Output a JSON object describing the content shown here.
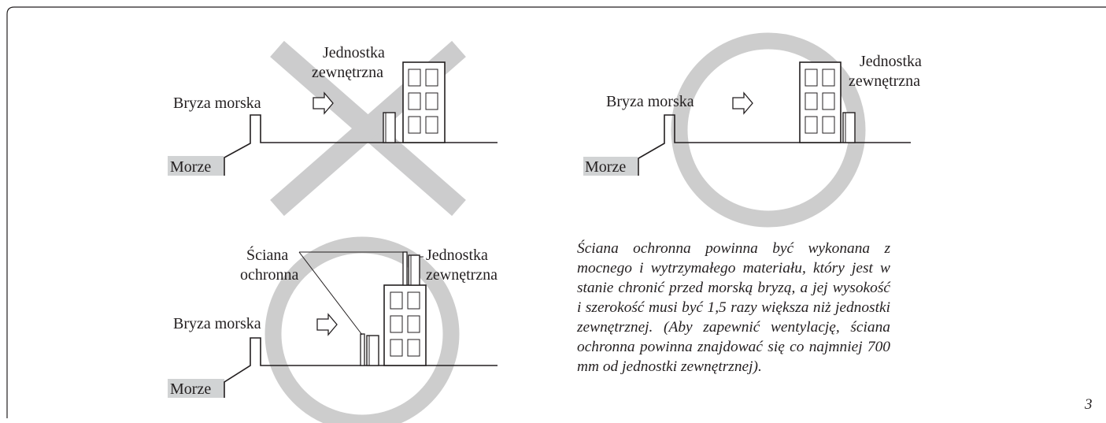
{
  "diagrams": {
    "incorrect": {
      "outdoor_unit_label": [
        "Jednostka",
        "zewnętrzna"
      ],
      "sea_breeze_label": "Bryza morska",
      "sea_label": "Morze",
      "verdict_icon": "x-mark-icon"
    },
    "correct_leeward": {
      "outdoor_unit_label": [
        "Jednostka",
        "zewnętrzna"
      ],
      "sea_breeze_label": "Bryza morska",
      "sea_label": "Morze",
      "verdict_icon": "circle-ok-icon"
    },
    "correct_wall": {
      "wall_label": [
        "Ściana",
        "ochronna"
      ],
      "outdoor_unit_label": [
        "Jednostka",
        "zewnętrzna"
      ],
      "sea_breeze_label": "Bryza morska",
      "sea_label": "Morze",
      "verdict_icon": "circle-ok-icon"
    }
  },
  "note": "Ściana ochronna powinna być wykonana z mocnego i wytrzymałego materiału, który jest w stanie chronić przed morską bryzą, a jej wysokość i szerokość musi być 1,5 razy większa niż jednostki zewnętrznej. (Aby zapewnić wentylację, ściana ochronna powinna znajdować się co najmniej 700 mm od jednostki zewnętrznej).",
  "page_number": "3"
}
